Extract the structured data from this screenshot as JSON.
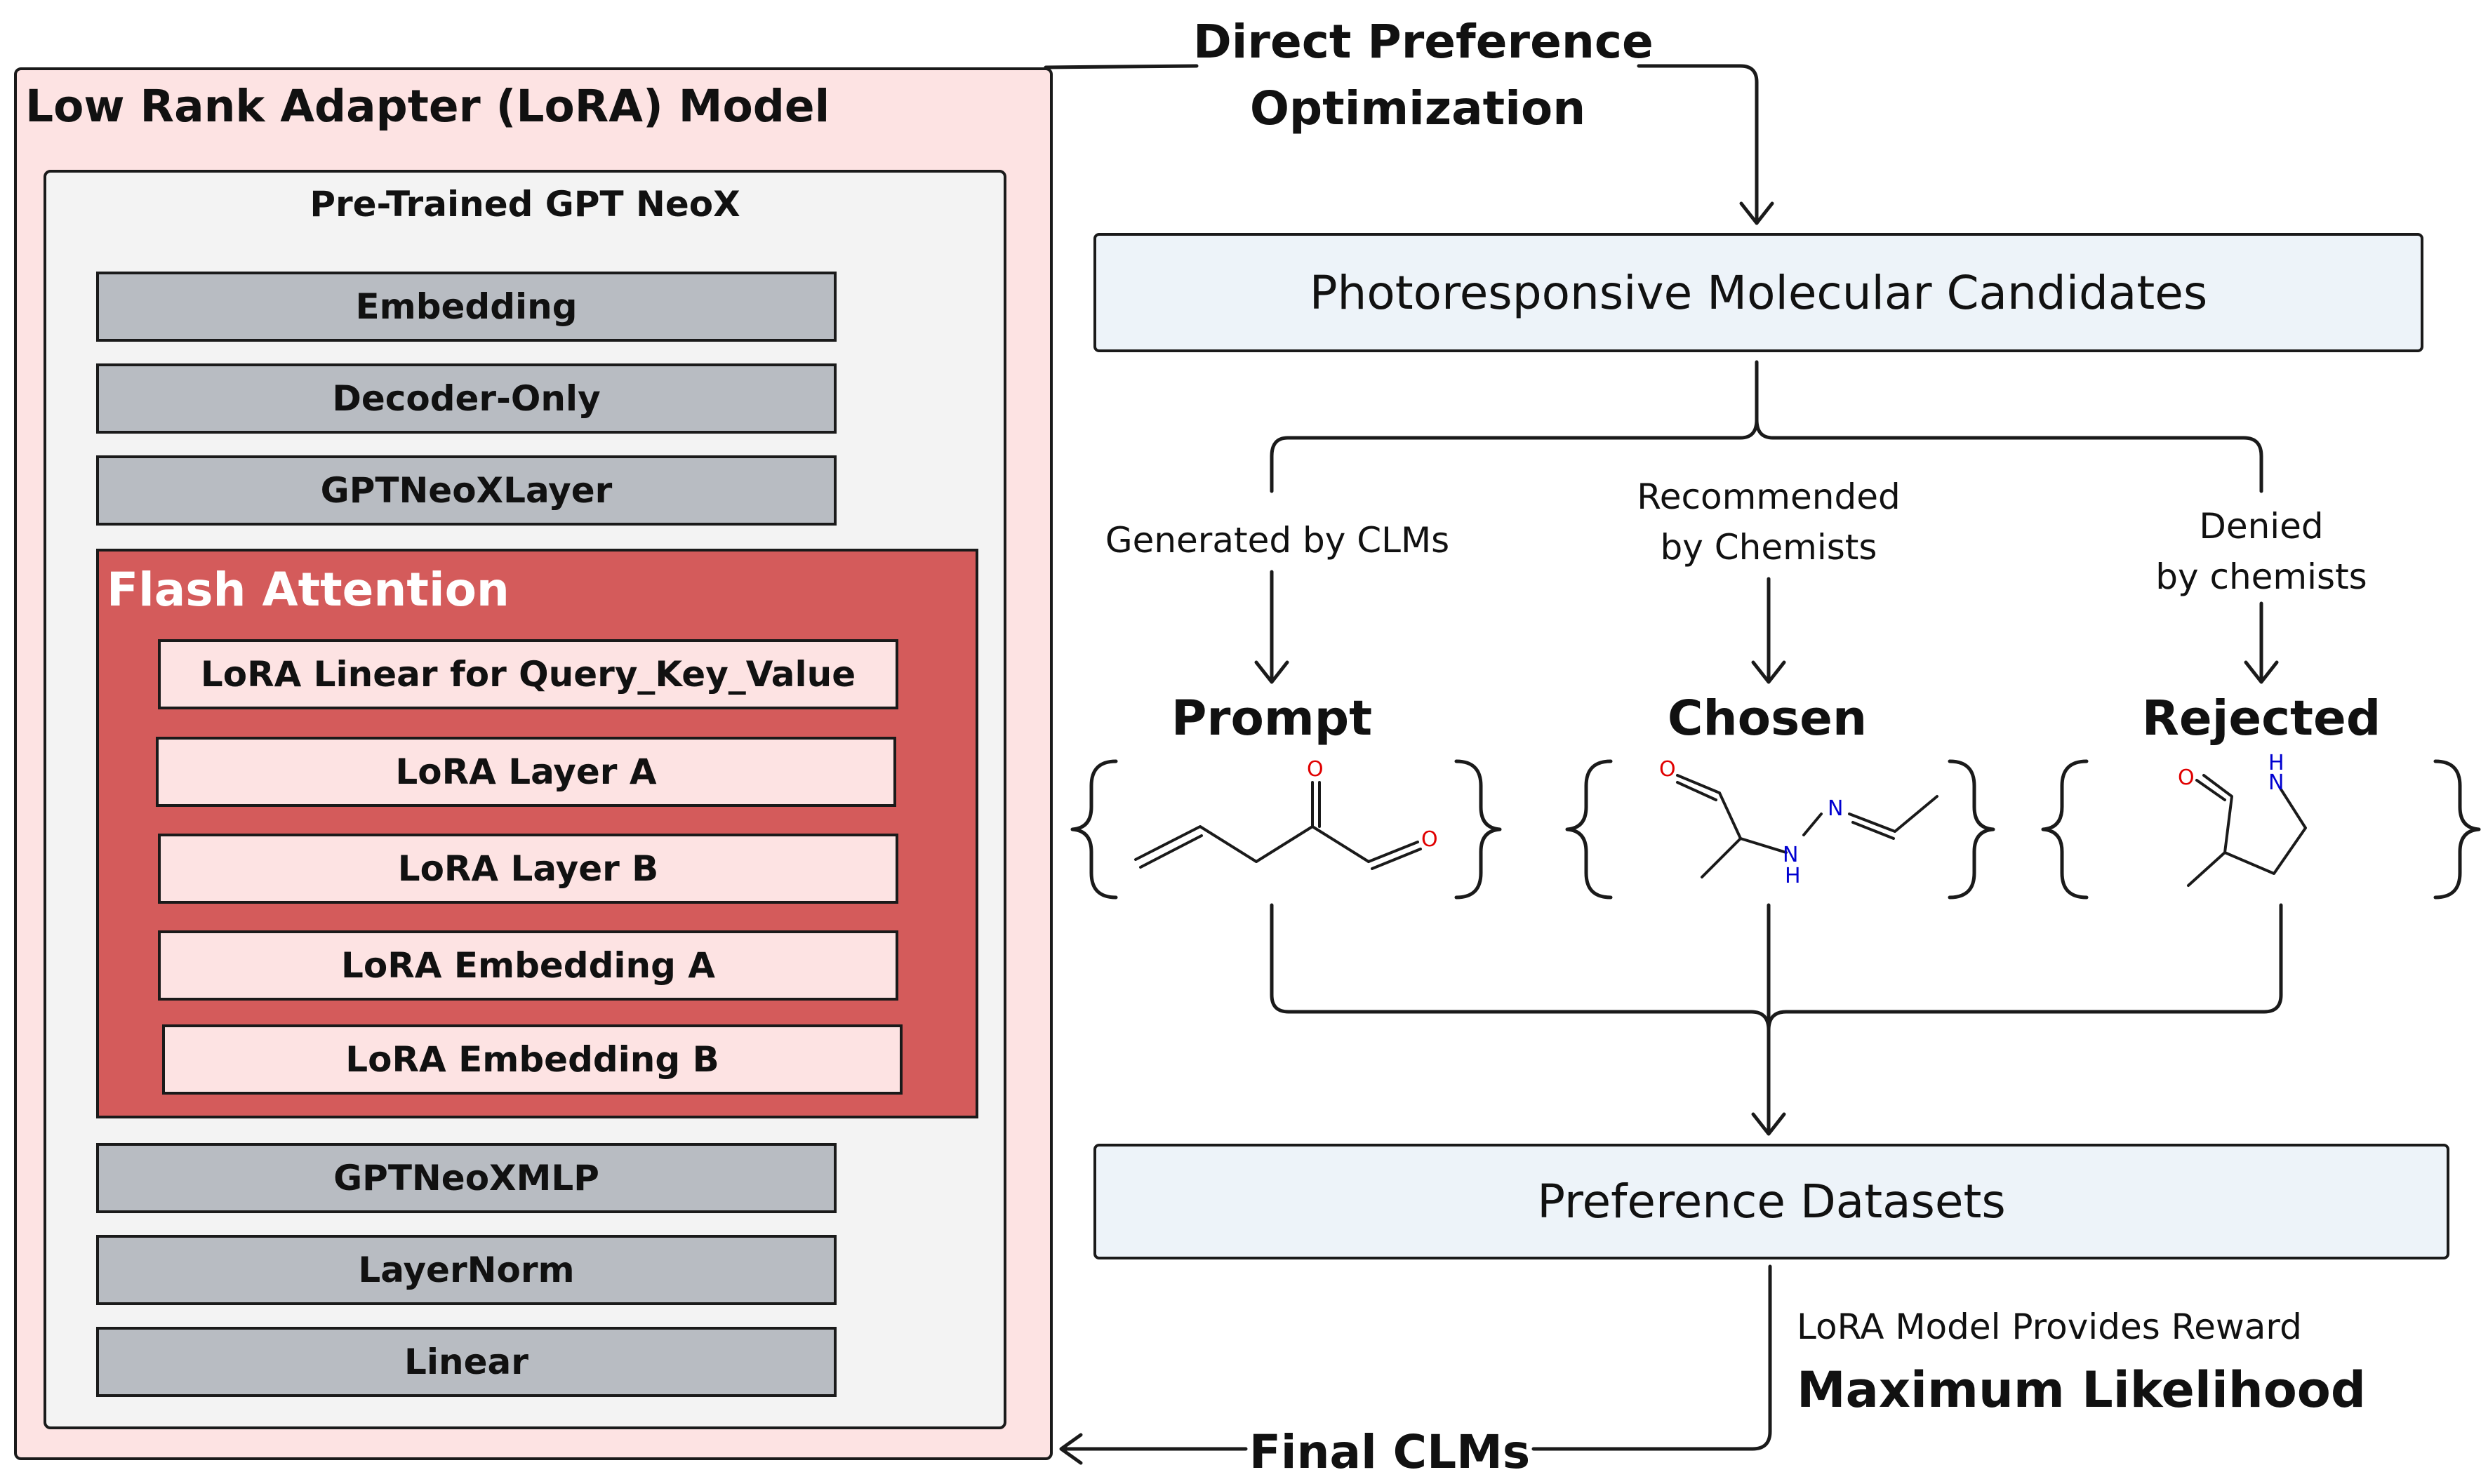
{
  "lora_model": {
    "title": "Low Rank Adapter (LoRA) Model",
    "pretrained": {
      "title": "Pre-Trained GPT NeoX",
      "top_layers": [
        "Embedding",
        "Decoder-Only",
        "GPTNeoXLayer"
      ],
      "flash_attention": {
        "title": "Flash Attention",
        "layers": [
          "LoRA Linear for Query_Key_Value",
          "LoRA Layer A",
          "LoRA Layer B",
          "LoRA Embedding A",
          "LoRA Embedding B"
        ]
      },
      "bottom_layers": [
        "GPTNeoXMLP",
        "LayerNorm",
        "Linear"
      ]
    }
  },
  "flow": {
    "dpo_title": [
      "Direct Preference",
      "Optimization"
    ],
    "candidates_box": "Photoresponsive Molecular Candidates",
    "branches": [
      {
        "label": [
          "Generated by CLMs"
        ],
        "category": "Prompt"
      },
      {
        "label": [
          "Recommended",
          "by Chemists"
        ],
        "category": "Chosen"
      },
      {
        "label": [
          "Denied",
          "by chemists"
        ],
        "category": "Rejected"
      }
    ],
    "atoms": {
      "oxygen": "O",
      "nitrogen": "N",
      "hydrogen": "H"
    },
    "preference_box": "Preference Datasets",
    "reward_label": "LoRA Model Provides Reward",
    "likelihood_label": "Maximum Likelihood",
    "final_label": "Final CLMs"
  },
  "colors": {
    "lora_bg": "#fde3e3",
    "pretrained_bg": "#f3f3f3",
    "gray_layer": "#b8bcc2",
    "flash_attention": "#d45b5b",
    "blue_box": "#edf3f9",
    "oxygen": "#e00000",
    "nitrogen": "#0000d0"
  }
}
